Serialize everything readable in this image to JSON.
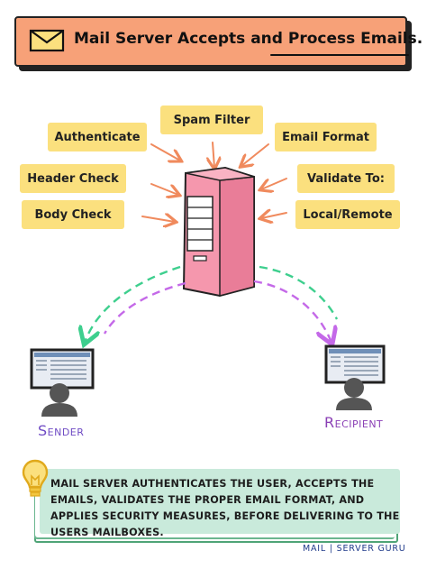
{
  "title": "Mail Server Accepts and Process Emails.",
  "checks_left": [
    "Authenticate",
    "Header Check",
    "Body Check"
  ],
  "check_top": "Spam Filter",
  "checks_right": [
    "Email Format",
    "Validate To:",
    "Local/Remote"
  ],
  "sender_label": "Sender",
  "recipient_label": "Recipient",
  "note": "Mail server authenticates the user, accepts the emails, validates the proper email format, and applies security measures, before delivering to the users mailboxes.",
  "brand": "MAIL | SERVER GURU",
  "colors": {
    "title_bg": "#f7a178",
    "tag_bg": "#fbe07e",
    "server": "#f597ad",
    "arrow_orange": "#f08a5d",
    "dash_green": "#3ecf8e",
    "dash_purple": "#c469e8",
    "note_bg": "#c9eadb"
  }
}
